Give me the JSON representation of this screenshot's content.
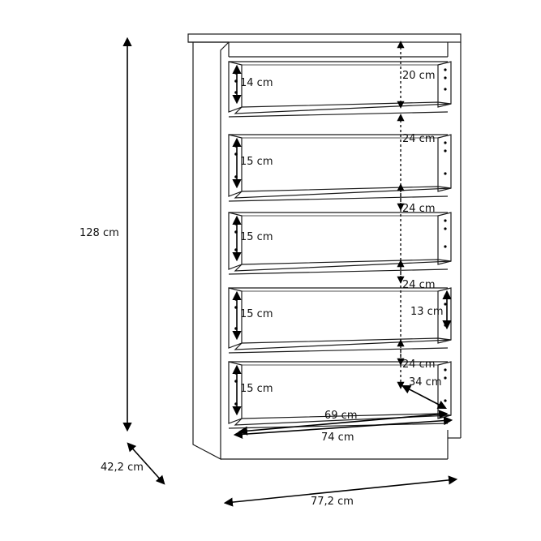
{
  "dimensions": {
    "height_total": "128 cm",
    "depth_total": "42,2 cm",
    "width_total": "77,2 cm",
    "drawer_inner_width": "69 cm",
    "drawer_outer_width": "74 cm",
    "drawer_depth": "34 cm"
  },
  "drawers": [
    {
      "inner_height": "14 cm",
      "clearance": "20 cm"
    },
    {
      "inner_height": "15 cm",
      "clearance": "24 cm"
    },
    {
      "inner_height": "15 cm",
      "clearance": "24 cm"
    },
    {
      "inner_height": "15 cm",
      "clearance": "24 cm",
      "side_height": "13 cm"
    },
    {
      "inner_height": "15 cm",
      "clearance": "24 cm"
    }
  ]
}
